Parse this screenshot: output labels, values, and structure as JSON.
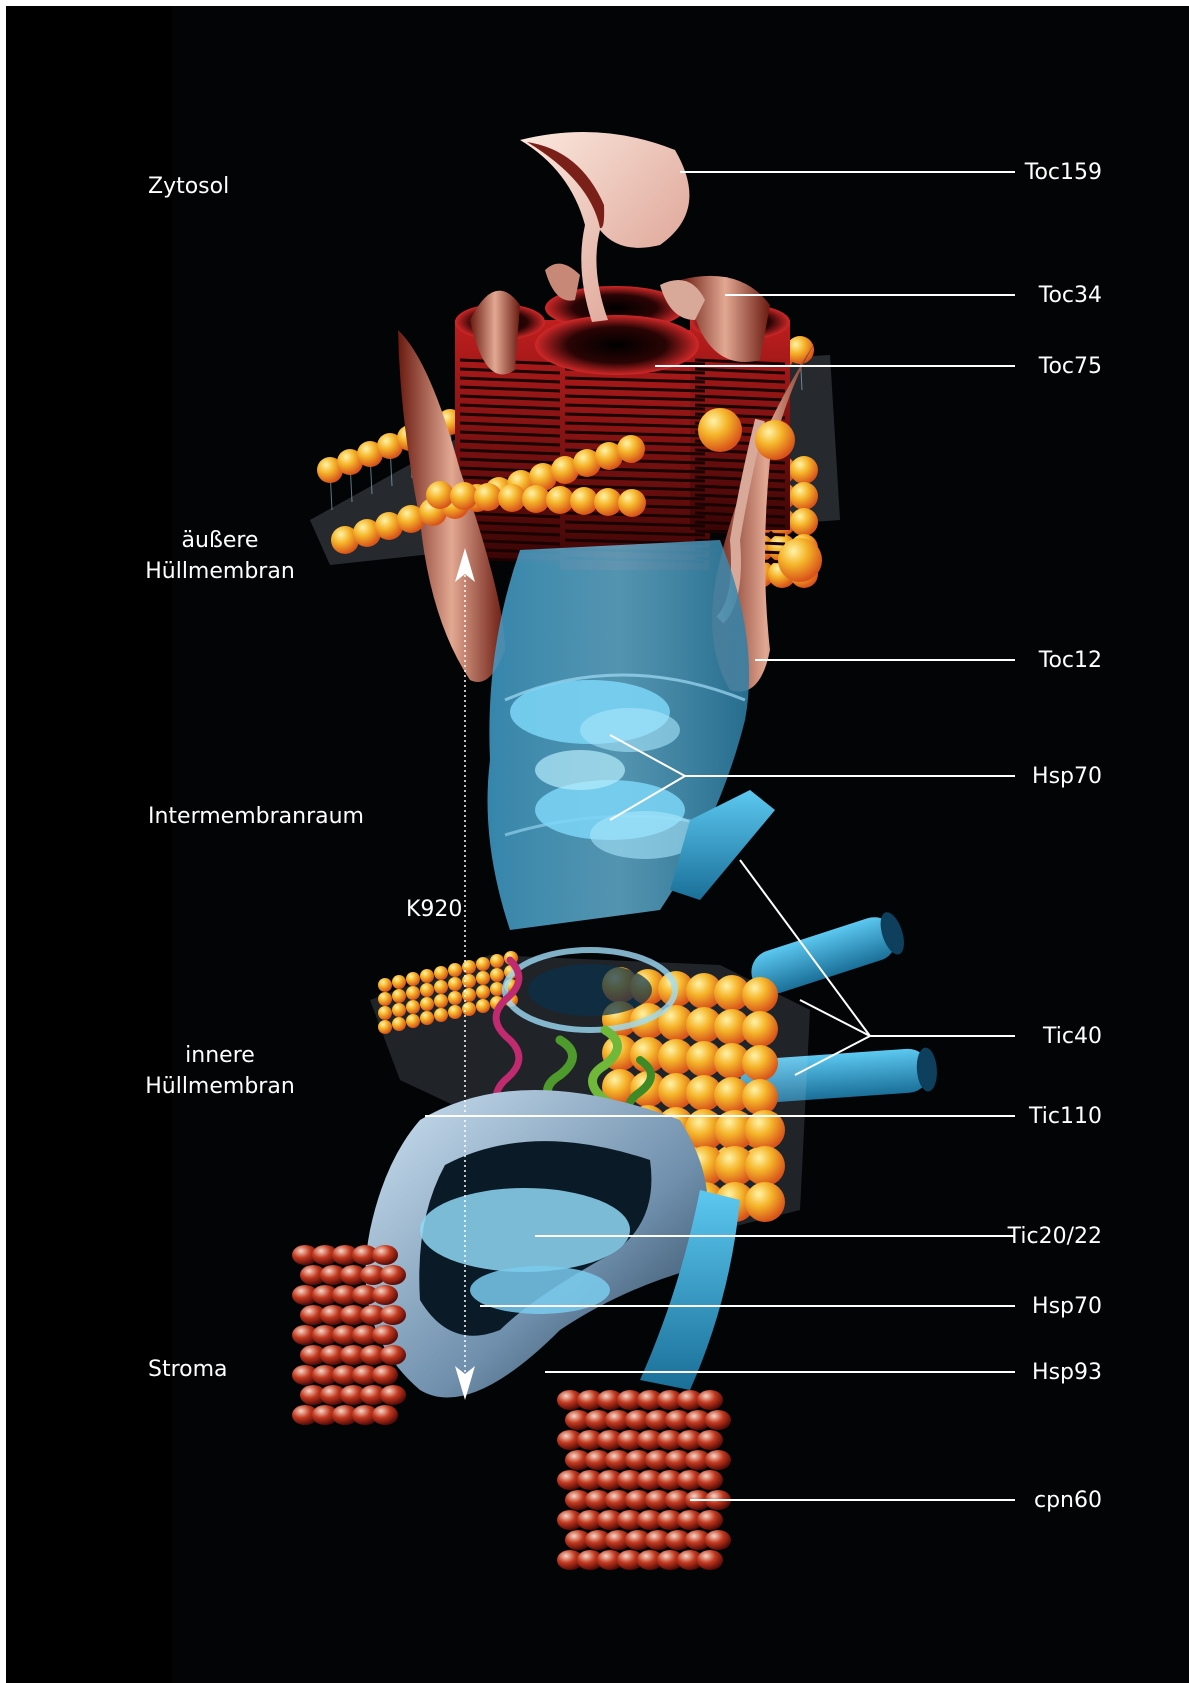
{
  "colors": {
    "background": "#030406",
    "text": "#ffffff",
    "membrane_lipid": "#f0a020",
    "toc_channel": "#8a1414",
    "toc_receptor": "#e8c0b0",
    "hsp70": "#6fd0f5",
    "tic40": "#2aa4d4",
    "tic110": "#4a9ec4",
    "hsp93": "#6a8ca8",
    "cpn60": "#b8301c",
    "helix_green": "#4f9a2c",
    "helix_pink": "#c02a6e"
  },
  "regions": {
    "cytosol": "Zytosol",
    "outer_membrane_line1": "äußere",
    "outer_membrane_line2": "Hüllmembran",
    "intermembrane_space": "Intermembranraum",
    "inner_membrane_line1": "innere",
    "inner_membrane_line2": "Hüllmembran",
    "stroma": "Stroma"
  },
  "scale_label": "K920",
  "labels": {
    "toc159": "Toc159",
    "toc34": "Toc34",
    "toc75": "Toc75",
    "toc12": "Toc12",
    "hsp70_ims": "Hsp70",
    "tic40": "Tic40",
    "tic110": "Tic110",
    "tic20_22": "Tic20/22",
    "hsp70_stroma": "Hsp70",
    "hsp93": "Hsp93",
    "cpn60": "cpn60"
  },
  "icons": [
    "double-arrow-icon"
  ]
}
